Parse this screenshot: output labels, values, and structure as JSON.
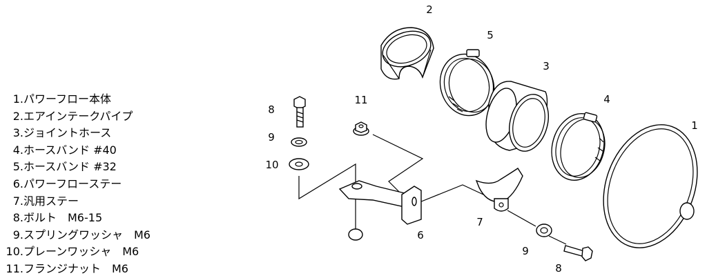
{
  "parts": [
    {
      "no": "1.",
      "name": "パワーフロー本体"
    },
    {
      "no": "2.",
      "name": "エアインテークパイプ"
    },
    {
      "no": "3.",
      "name": "ジョイントホース"
    },
    {
      "no": "4.",
      "name": "ホースバンド #40"
    },
    {
      "no": "5.",
      "name": "ホースバンド #32"
    },
    {
      "no": "6.",
      "name": "パワーフローステー"
    },
    {
      "no": "7.",
      "name": "汎用ステー"
    },
    {
      "no": "8.",
      "name": "ボルト　M6-15"
    },
    {
      "no": "9.",
      "name": "スプリングワッシャ　M6"
    },
    {
      "no": "10.",
      "name": "プレーンワッシャ　M6"
    },
    {
      "no": "11.",
      "name": "フランジナット　M6"
    }
  ],
  "callouts": {
    "c1": "1",
    "c2": "2",
    "c3": "3",
    "c4": "4",
    "c5": "5",
    "c6": "6",
    "c7": "7",
    "c8a": "8",
    "c8b": "8",
    "c9a": "9",
    "c9b": "9",
    "c10": "10",
    "c11": "11"
  }
}
